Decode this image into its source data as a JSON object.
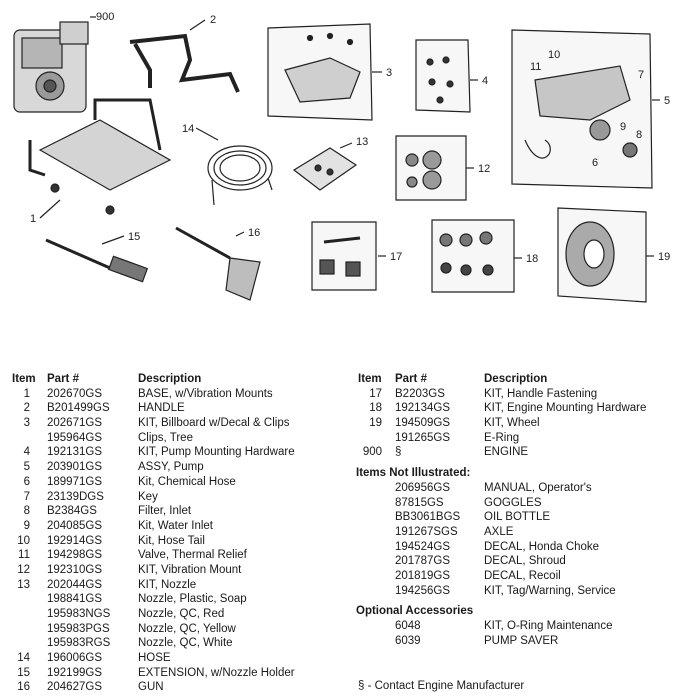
{
  "callouts": [
    "900",
    "2",
    "3",
    "4",
    "5",
    "10",
    "11",
    "7",
    "9",
    "8",
    "6",
    "14",
    "13",
    "12",
    "1",
    "15",
    "16",
    "17",
    "18",
    "19"
  ],
  "left_table": {
    "headers": {
      "item": "Item",
      "part": "Part #",
      "desc": "Description"
    },
    "rows": [
      {
        "item": "1",
        "part": "202670GS",
        "desc": "BASE, w/Vibration Mounts"
      },
      {
        "item": "2",
        "part": "B201499GS",
        "desc": "HANDLE"
      },
      {
        "item": "3",
        "part": "202671GS",
        "desc": "KIT, Billboard w/Decal & Clips"
      },
      {
        "item": "",
        "part": "195964GS",
        "desc": "Clips, Tree"
      },
      {
        "item": "4",
        "part": "192131GS",
        "desc": "KIT, Pump Mounting Hardware"
      },
      {
        "item": "5",
        "part": "203901GS",
        "desc": "ASSY, Pump"
      },
      {
        "item": "6",
        "part": "189971GS",
        "desc": "Kit, Chemical Hose"
      },
      {
        "item": "7",
        "part": "23139DGS",
        "desc": "Key"
      },
      {
        "item": "8",
        "part": "B2384GS",
        "desc": "Filter, Inlet"
      },
      {
        "item": "9",
        "part": "204085GS",
        "desc": "Kit, Water Inlet"
      },
      {
        "item": "10",
        "part": "192914GS",
        "desc": "Kit, Hose Tail"
      },
      {
        "item": "11",
        "part": "194298GS",
        "desc": "Valve, Thermal Relief"
      },
      {
        "item": "12",
        "part": "192310GS",
        "desc": "KIT, Vibration Mount"
      },
      {
        "item": "13",
        "part": "202044GS",
        "desc": "KIT, Nozzle"
      },
      {
        "item": "",
        "part": "198841GS",
        "desc": "Nozzle, Plastic, Soap"
      },
      {
        "item": "",
        "part": "195983NGS",
        "desc": "Nozzle, QC, Red"
      },
      {
        "item": "",
        "part": "195983PGS",
        "desc": "Nozzle, QC, Yellow"
      },
      {
        "item": "",
        "part": "195983RGS",
        "desc": "Nozzle, QC, White"
      },
      {
        "item": "14",
        "part": "196006GS",
        "desc": "HOSE"
      },
      {
        "item": "15",
        "part": "192199GS",
        "desc": "EXTENSION, w/Nozzle Holder"
      },
      {
        "item": "16",
        "part": "204627GS",
        "desc": "GUN"
      }
    ]
  },
  "right_table": {
    "headers": {
      "item": "Item",
      "part": "Part #",
      "desc": "Description"
    },
    "rows": [
      {
        "item": "17",
        "part": "B2203GS",
        "desc": "KIT, Handle Fastening"
      },
      {
        "item": "18",
        "part": "192134GS",
        "desc": "KIT, Engine Mounting Hardware"
      },
      {
        "item": "19",
        "part": "194509GS",
        "desc": "KIT, Wheel"
      },
      {
        "item": "",
        "part": "191265GS",
        "desc": "E-Ring"
      },
      {
        "item": "900",
        "part": "§",
        "desc": "ENGINE"
      }
    ],
    "not_illustrated_title": "Items Not Illustrated:",
    "not_illustrated": [
      {
        "part": "206956GS",
        "desc": "MANUAL, Operator's"
      },
      {
        "part": "87815GS",
        "desc": "GOGGLES"
      },
      {
        "part": "BB3061BGS",
        "desc": "OIL BOTTLE"
      },
      {
        "part": "191267SGS",
        "desc": "AXLE"
      },
      {
        "part": "194524GS",
        "desc": "DECAL, Honda Choke"
      },
      {
        "part": "201787GS",
        "desc": "DECAL, Shroud"
      },
      {
        "part": "201819GS",
        "desc": "DECAL, Recoil"
      },
      {
        "part": "194256GS",
        "desc": "KIT, Tag/Warning, Service"
      }
    ],
    "optional_title": "Optional Accessories",
    "optional": [
      {
        "part": "6048",
        "desc": "KIT, O-Ring Maintenance"
      },
      {
        "part": "6039",
        "desc": "PUMP SAVER"
      }
    ]
  },
  "footnote": "§ - Contact Engine Manufacturer"
}
